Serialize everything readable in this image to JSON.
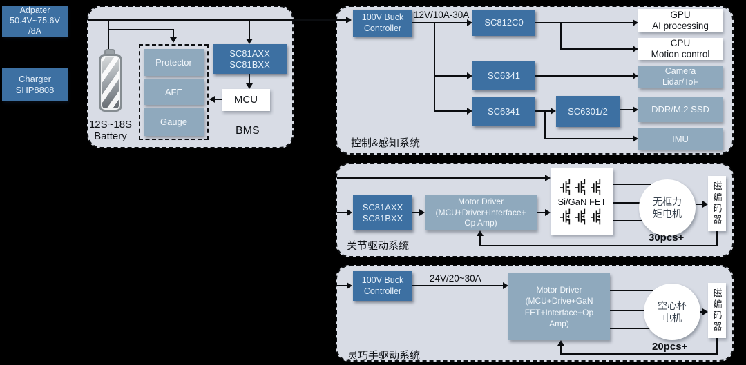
{
  "colors": {
    "dark_blue": "#3d70a2",
    "steel_blue": "#8fa9bd",
    "panel_bg": "#d8dce5",
    "line": "#0b0d10"
  },
  "power_input": {
    "adapter_line1": "Adpater",
    "adapter_line2": "50.4V~75.6V",
    "adapter_line3": "/8A",
    "charger_line1": "Charger",
    "charger_line2": "SHP8808"
  },
  "bms": {
    "battery_line1": "12S~18S",
    "battery_line2": "Battery",
    "protector": "Protector",
    "afe": "AFE",
    "gauge": "Gauge",
    "afe_ic_line1": "SC81AXX",
    "afe_ic_line2": "SC81BXX",
    "mcu": "MCU",
    "section_label": "BMS"
  },
  "control_system": {
    "buck_line1": "100V Buck",
    "buck_line2": "Controller",
    "rail_label": "12V/10A-30A",
    "soc_pmic": "SC812C0",
    "buck_ic1": "SC6341",
    "buck_ic2": "SC6341",
    "storage_pmic": "SC6301/2",
    "gpu_line1": "GPU",
    "gpu_line2": "AI processing",
    "cpu_line1": "CPU",
    "cpu_line2": "Motion control",
    "camera_line1": "Camera",
    "camera_line2": "Lidar/ToF",
    "ddr": "DDR/M.2 SSD",
    "imu": "IMU",
    "section_label": "控制&感知系统"
  },
  "joint_system": {
    "ic_line1": "SC81AXX",
    "ic_line2": "SC81BXX",
    "driver_line1": "Motor Driver",
    "driver_line2": "(MCU+Driver+Interface+",
    "driver_line3": "Op Amp)",
    "fet_label": "Si/GaN FET",
    "motor_line1": "无框力",
    "motor_line2": "矩电机",
    "encoder": "磁编码器",
    "count": "30pcs+",
    "section_label": "关节驱动系统"
  },
  "hand_system": {
    "buck_line1": "100V Buck",
    "buck_line2": "Controller",
    "rail_label": "24V/20~30A",
    "driver_line1": "Motor Driver",
    "driver_line2": "(MCU+Drive+GaN",
    "driver_line3": "FET+Interface+Op",
    "driver_line4": "Amp)",
    "motor_line1": "空心杯",
    "motor_line2": "电机",
    "encoder": "磁编码器",
    "count": "20pcs+",
    "section_label": "灵巧手驱动系统"
  }
}
